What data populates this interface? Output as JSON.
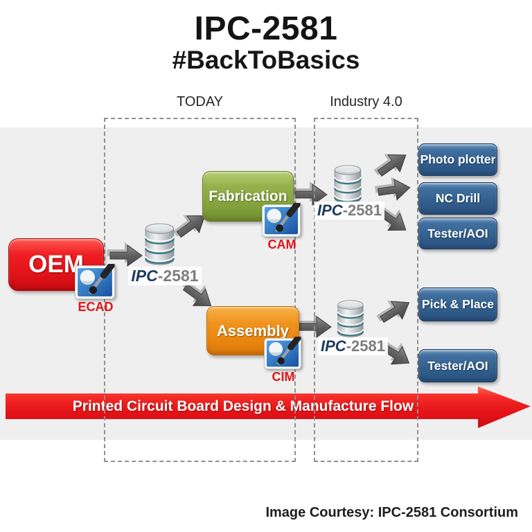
{
  "header": {
    "title": "IPC-2581",
    "subtitle": "#BackToBasics"
  },
  "zones": {
    "today": "TODAY",
    "industry": "Industry 4.0"
  },
  "nodes": {
    "oem": "OEM",
    "fabrication": "Fabrication",
    "assembly": "Assembly"
  },
  "tools": {
    "ecad": "ECAD",
    "cam": "CAM",
    "cim": "CIM"
  },
  "ipc": {
    "brand": "IPC",
    "number": "-2581"
  },
  "outputs_top": [
    "Photo plotter",
    "NC Drill",
    "Tester/AOI"
  ],
  "outputs_bottom": [
    "Pick & Place",
    "Tester/AOI"
  ],
  "banner": {
    "label": "Printed Circuit Board Design & Manufacture Flow"
  },
  "caption": "Image Courtesy: IPC-2581 Consortium",
  "colors": {
    "oem_red": "#e01219",
    "fabrication_green": "#86a43e",
    "assembly_orange": "#ea860f",
    "output_blue": "#33618f",
    "banner_red": "#e51317",
    "arrow_gray": "#595959",
    "tool_label_red": "#e01419",
    "ipc_navy": "#1c3a5e",
    "ipc_gray": "#7d7d7d",
    "diagram_background": "#efefef"
  }
}
